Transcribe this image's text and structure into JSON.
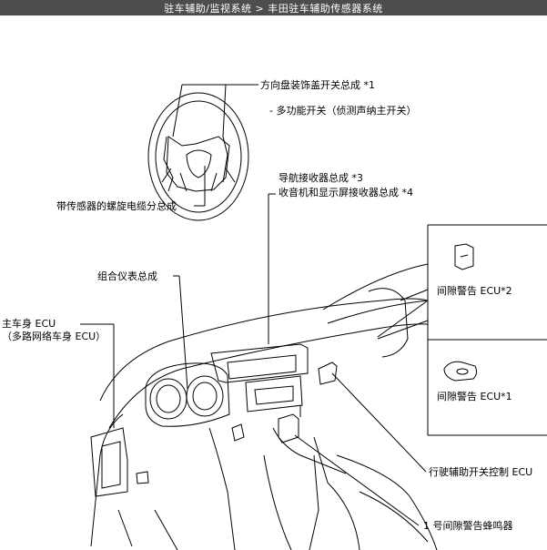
{
  "header": {
    "breadcrumb": "驻车辅助/监视系统 > 丰田驻车辅助传感器系统"
  },
  "diagram": {
    "labels": {
      "steering_switch": "方向盘装饰盖开关总成 *1",
      "multi_function_switch": "- 多功能开关（侦测声纳主开关）",
      "spiral_cable": "带传感器的螺旋电缆分总成",
      "nav_receiver": "导航接收器总成 *3",
      "radio_receiver": "收音机和显示屏接收器总成 *4",
      "combination_meter": "组合仪表总成",
      "main_body_ecu": "主车身 ECU",
      "multiplex_body_ecu": "（多路网络车身 ECU）",
      "clearance_ecu_2": "间隙警告 ECU*2",
      "clearance_ecu_1": "间隙警告 ECU*1",
      "driving_assist_ecu": "行驶辅助开关控制 ECU",
      "buzzer": "1 号间隙警告蜂鸣器"
    }
  }
}
